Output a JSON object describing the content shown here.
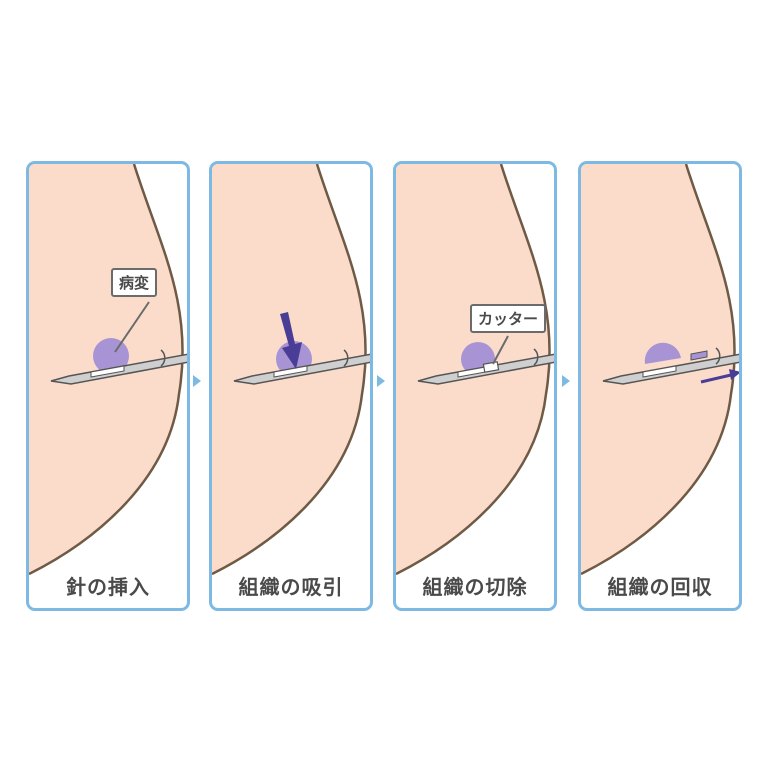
{
  "colors": {
    "frame": "#7db9e3",
    "skin": "#fbdccb",
    "outline": "#6e5a45",
    "lesion": "#a894d4",
    "arrow": "#4a3d96",
    "needle": "#cfcfcf",
    "text": "#4a4a4a"
  },
  "steps": [
    {
      "caption": "針の挿入"
    },
    {
      "caption": "組織の吸引"
    },
    {
      "caption": "組織の切除"
    },
    {
      "caption": "組織の回収"
    }
  ],
  "labels": {
    "lesion": "病変",
    "cutter": "カッター"
  }
}
